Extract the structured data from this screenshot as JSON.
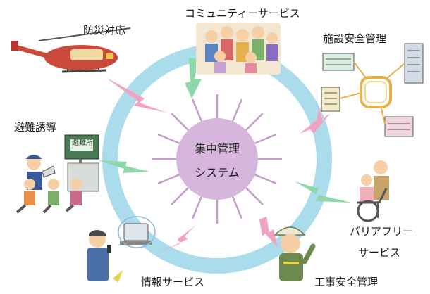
{
  "center": {
    "line1": "集中管理",
    "line2": "システム"
  },
  "nodes": [
    {
      "id": "disaster",
      "label": "防災対応",
      "icon": "helicopter-icon"
    },
    {
      "id": "community",
      "label": "コミュニティーサービス",
      "icon": "people-group-icon"
    },
    {
      "id": "facility",
      "label": "施設安全管理",
      "icon": "buildings-network-icon"
    },
    {
      "id": "barrier",
      "label_line1": "バリアフリー",
      "label_line2": "サービス",
      "icon": "wheelchair-icon"
    },
    {
      "id": "construction",
      "label": "工事安全管理",
      "icon": "construction-worker-icon"
    },
    {
      "id": "info",
      "label": "情報サービス",
      "icon": "mobile-user-icon"
    },
    {
      "id": "evac",
      "label": "避難誘導",
      "icon": "evacuation-icon",
      "shelter_sign": "避難所"
    }
  ],
  "colors": {
    "ring": "#aadcec",
    "hub": "#d6b6dc",
    "spoke": "#c89ad0",
    "bolt_green": "#8fd6a8",
    "bolt_pink": "#f2a3c4"
  }
}
